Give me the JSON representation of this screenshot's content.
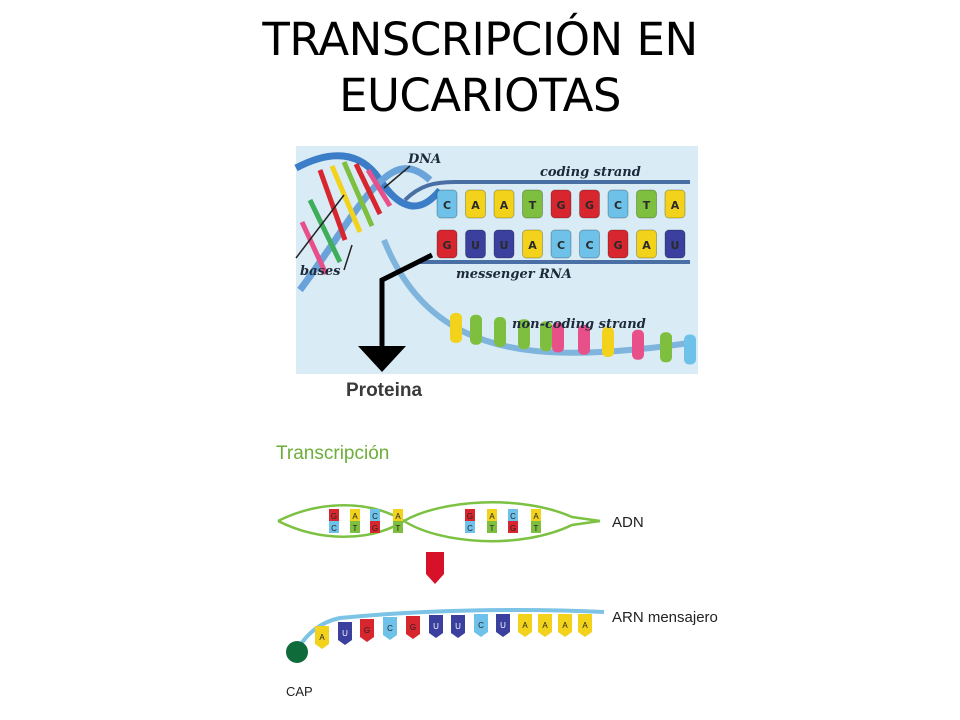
{
  "title": {
    "line1": "TRANSCRIPCIÓN EN",
    "line2": "EUCARIOTAS"
  },
  "top_diagram": {
    "labels": {
      "dna": "DNA",
      "coding_strand": "coding strand",
      "bases": "bases",
      "messenger_rna": "messenger RNA",
      "non_coding_strand": "non-coding strand",
      "protein": "Proteina"
    },
    "coding_bases": [
      "C",
      "A",
      "A",
      "T",
      "G",
      "G",
      "C",
      "T",
      "A"
    ],
    "mrna_bases": [
      "G",
      "U",
      "U",
      "A",
      "C",
      "C",
      "G",
      "A",
      "U"
    ]
  },
  "bottom_diagram": {
    "heading": "Transcripción",
    "dna_label": "ADN",
    "mrna_label": "ARN mensajero",
    "cap_label": "CAP",
    "dna_left_top": [
      "G",
      "A",
      "C",
      "A"
    ],
    "dna_left_bottom": [
      "C",
      "T",
      "G",
      "T"
    ],
    "dna_right_top": [
      "G",
      "A",
      "C",
      "A"
    ],
    "dna_right_bottom": [
      "C",
      "T",
      "G",
      "T"
    ],
    "mrna_bases": [
      "A",
      "U",
      "G",
      "C",
      "G",
      "U",
      "U",
      "C",
      "U",
      "A",
      "A",
      "A",
      "A"
    ]
  },
  "colors": {
    "A": "#f2d21b",
    "T": "#7fbf3f",
    "U": "#3b3f9e",
    "G": "#d8262e",
    "C": "#6ec1e8",
    "heading_green": "#6cae3a",
    "helix_green": "#7cc142",
    "mrna_backbone": "#7cc3e6",
    "cap_green": "#0f6b3a",
    "arrow_red": "#d8112a"
  }
}
